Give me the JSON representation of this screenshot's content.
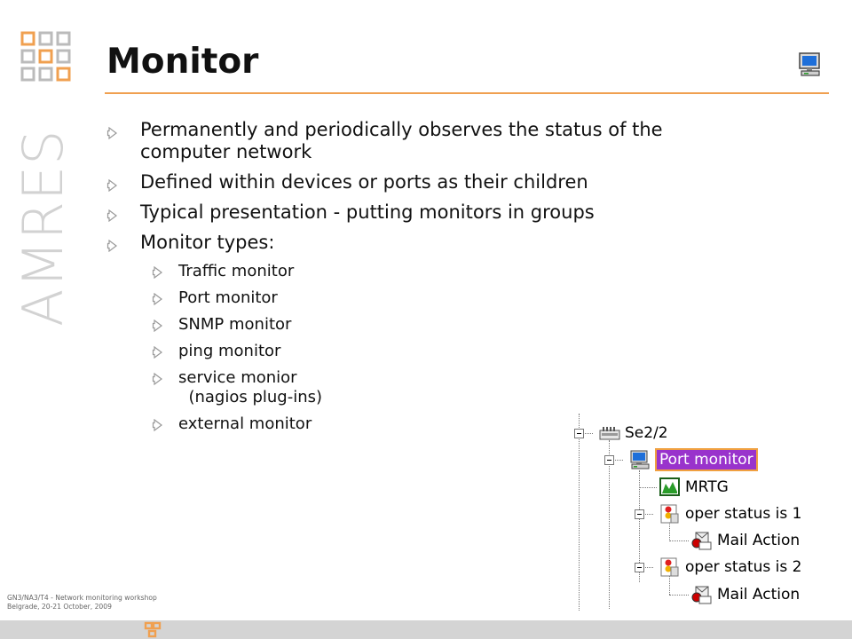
{
  "brand": {
    "name": "AMRES",
    "accent_color": "#f0a050",
    "logo_icon": "interlocking-squares-logo-icon"
  },
  "slide": {
    "title": "Monitor",
    "title_icon": "computer-monitor-icon",
    "bullets": [
      {
        "level": 1,
        "lines": [
          "Permanently and periodically observes the status of the",
          "computer network"
        ]
      },
      {
        "level": 1,
        "lines": [
          "Defined within devices or ports as their children"
        ]
      },
      {
        "level": 1,
        "lines": [
          "Typical presentation - putting monitors in groups"
        ]
      },
      {
        "level": 1,
        "lines": [
          "Monitor types:"
        ]
      },
      {
        "level": 2,
        "lines": [
          "Traffic monitor"
        ]
      },
      {
        "level": 2,
        "lines": [
          "Port monitor"
        ]
      },
      {
        "level": 2,
        "lines": [
          "SNMP monitor"
        ]
      },
      {
        "level": 2,
        "lines": [
          "ping monitor"
        ]
      },
      {
        "level": 2,
        "lines": [
          "service monior",
          "  (nagios plug-ins)"
        ]
      },
      {
        "level": 2,
        "lines": [
          "external monitor"
        ]
      }
    ],
    "bullet_icon": "hollow-arrow-bullet-icon"
  },
  "tree": {
    "nodes": [
      {
        "label": "Se2/2",
        "icon": "network-port-icon",
        "expanded": true
      },
      {
        "label": "Port monitor",
        "icon": "computer-monitor-icon",
        "expanded": true,
        "selected": true
      },
      {
        "label": "MRTG",
        "icon": "mrtg-graph-icon"
      },
      {
        "label": "oper status is 1",
        "icon": "status-traffic-light-icon",
        "expanded": true
      },
      {
        "label": "Mail Action",
        "icon": "mail-action-icon"
      },
      {
        "label": "oper status is 2",
        "icon": "status-traffic-light-icon",
        "expanded": true
      },
      {
        "label": "Mail Action",
        "icon": "mail-action-icon"
      }
    ],
    "selection_color": "#9933cc"
  },
  "footer": {
    "line1": "GN3/NA3/T4 - Network monitoring workshop",
    "line2": "Belgrade, 20-21 October, 2009"
  }
}
